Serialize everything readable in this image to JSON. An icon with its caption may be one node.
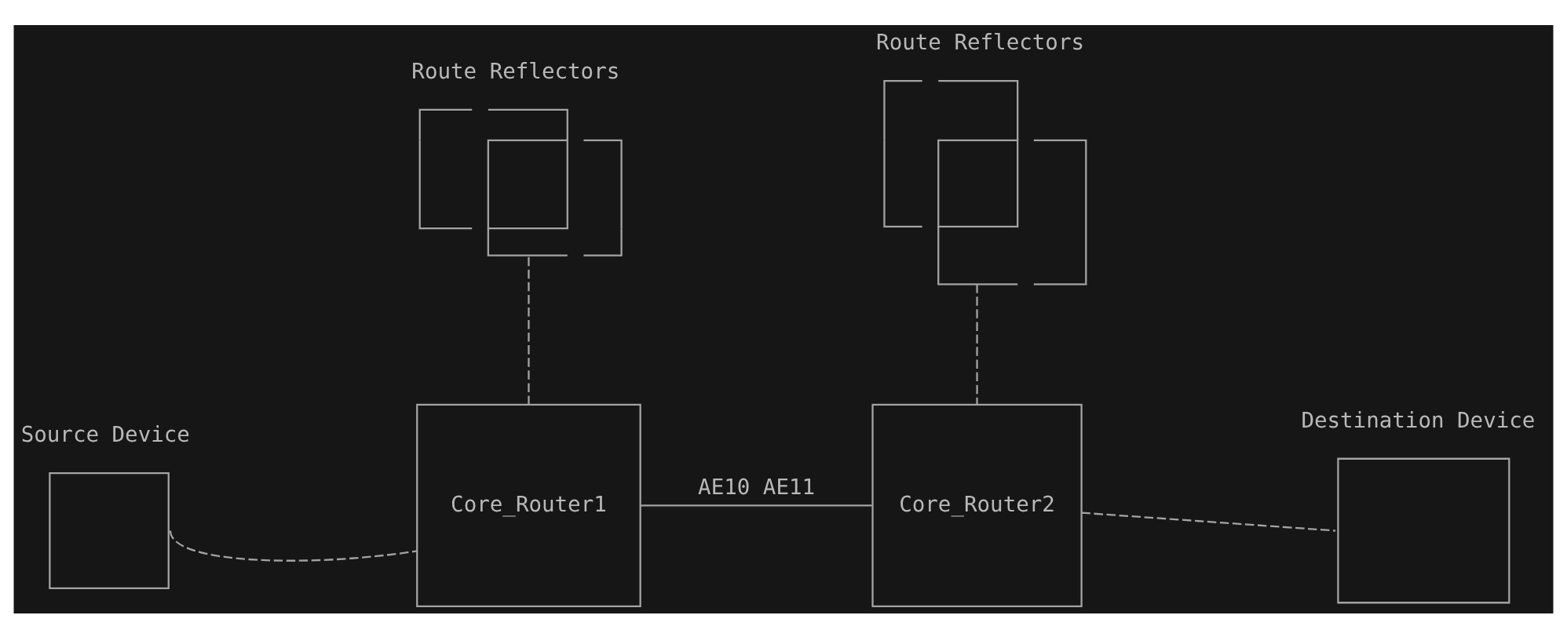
{
  "diagram": {
    "nodes": [
      {
        "text": [
          "Route Reflectors"
        ]
      },
      {
        "text": [
          "Route Reflectors"
        ]
      },
      {
        "text": [
          "Source Device"
        ]
      },
      {
        "text": [
          "Core_Router1"
        ]
      },
      {
        "text": [
          "Core_Router2"
        ]
      },
      {
        "text": [
          "Destination Device"
        ]
      }
    ],
    "edges": [
      {
        "from": 0,
        "to": 3,
        "arrow": "none",
        "style": "dashed"
      },
      {
        "from": 1,
        "to": 4,
        "arrow": "none",
        "style": "dashed"
      },
      {
        "from": 2,
        "to": 3,
        "arrow": "none",
        "style": "dashed"
      },
      {
        "from": 3,
        "to": 4,
        "arrow": "none",
        "label": "AE10 AE11"
      },
      {
        "from": 4,
        "to": 5,
        "arrow": "none",
        "style": "dashed"
      }
    ]
  }
}
